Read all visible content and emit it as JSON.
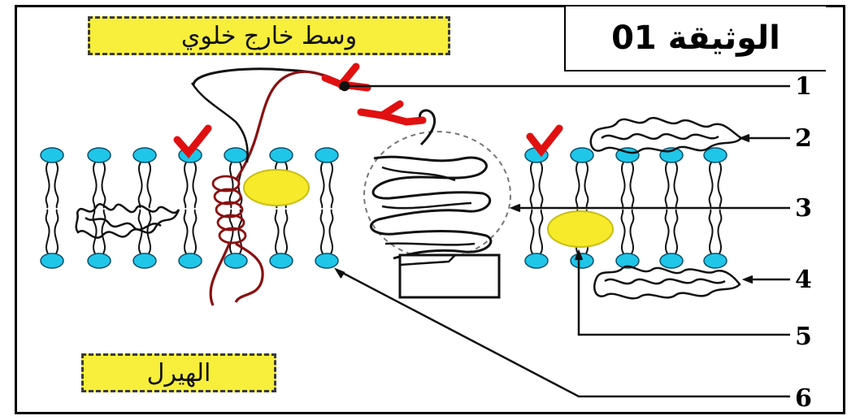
{
  "document": {
    "title": "الوثيقة 01"
  },
  "regions": {
    "extracellular": "وسط خارج خلوي",
    "cytoplasm": "الهيرل"
  },
  "pointer_labels": [
    "1",
    "2",
    "3",
    "4",
    "5",
    "6"
  ],
  "colors": {
    "phospholipid_head": "#1fc6e8",
    "glycan": "#e01010",
    "glycoprotein_chain": "#8a1010",
    "protein_yellow": "#f6ea2a",
    "label_fill": "#f7ef3b",
    "outline": "#000000"
  }
}
